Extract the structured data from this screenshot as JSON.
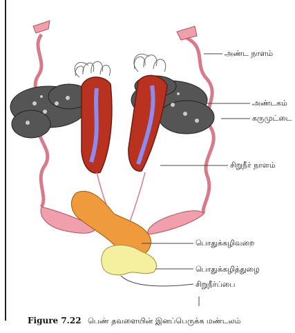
{
  "labels": {
    "oviduct": "அண்ட நாளம்",
    "ovary": "அண்டகம்",
    "fat_body": "கருமுட்டை",
    "ureter": "சிறுநீர் நாளம்",
    "cloaca": "பொதுக்கழிவறை",
    "cloacal_aperture": "பொதுக்கழித்துழை",
    "urinary_bladder": "சிறுநீர்ப்பை"
  },
  "caption": {
    "figure": "Figure 7.22",
    "text": "பெண் தவளையின் இனப்பெருக்க மண்டலம்"
  },
  "colors": {
    "kidney": "#b8321f",
    "kidney_stripe": "#8c8cf0",
    "oviduct": "#d87a8a",
    "ovisac": "#f0a0ac",
    "cloaca": "#ef9a3c",
    "bladder": "#f4f0a0",
    "ovary": "#555555",
    "leader": "#444444"
  }
}
